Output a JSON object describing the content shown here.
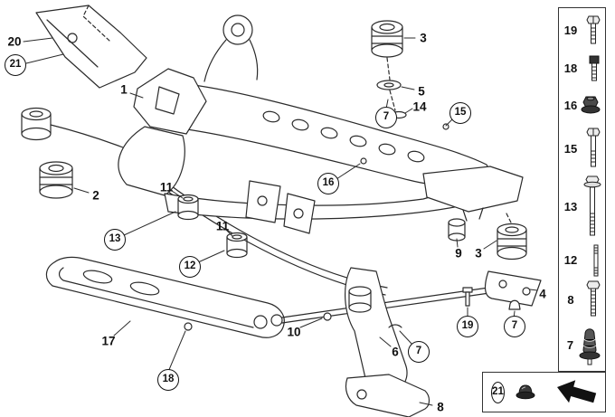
{
  "app": {
    "type": "exploded-parts-diagram",
    "description": "Rear axle carrier / suspension subframe parts diagram with numbered callouts and fastener legend column"
  },
  "colors": {
    "background": "#ffffff",
    "line": "#2b2b2b",
    "text": "#111111"
  },
  "callouts": [
    {
      "label": "20",
      "circled": false
    },
    {
      "label": "21",
      "circled": true
    },
    {
      "label": "1",
      "circled": false
    },
    {
      "label": "3",
      "circled": false
    },
    {
      "label": "5",
      "circled": false
    },
    {
      "label": "14",
      "circled": false
    },
    {
      "label": "15",
      "circled": true
    },
    {
      "label": "7",
      "circled": true
    },
    {
      "label": "2",
      "circled": false
    },
    {
      "label": "11",
      "circled": false
    },
    {
      "label": "11",
      "circled": false
    },
    {
      "label": "13",
      "circled": true
    },
    {
      "label": "12",
      "circled": true
    },
    {
      "label": "16",
      "circled": true
    },
    {
      "label": "9",
      "circled": false
    },
    {
      "label": "3",
      "circled": false
    },
    {
      "label": "4",
      "circled": false
    },
    {
      "label": "19",
      "circled": true
    },
    {
      "label": "7",
      "circled": true
    },
    {
      "label": "17",
      "circled": false
    },
    {
      "label": "18",
      "circled": true
    },
    {
      "label": "10",
      "circled": false
    },
    {
      "label": "6",
      "circled": false
    },
    {
      "label": "7",
      "circled": true
    },
    {
      "label": "8",
      "circled": false
    }
  ],
  "sidebar": {
    "items": [
      {
        "label": "19",
        "icon": "hex-bolt-icon"
      },
      {
        "label": "18",
        "icon": "socket-head-screw-icon"
      },
      {
        "label": "16",
        "icon": "flange-nut-icon"
      },
      {
        "label": "15",
        "icon": "hex-bolt-medium-icon"
      },
      {
        "label": "13",
        "icon": "hex-bolt-washer-long-icon"
      },
      {
        "label": "12",
        "icon": "stud-bolt-icon"
      },
      {
        "label": "8",
        "icon": "threaded-bolt-icon"
      },
      {
        "label": "7",
        "icon": "rubber-mount-icon"
      }
    ]
  },
  "footer_box": {
    "label": "21",
    "icon": "cap-nut-icon",
    "arrow": "continuation-arrow-icon"
  }
}
